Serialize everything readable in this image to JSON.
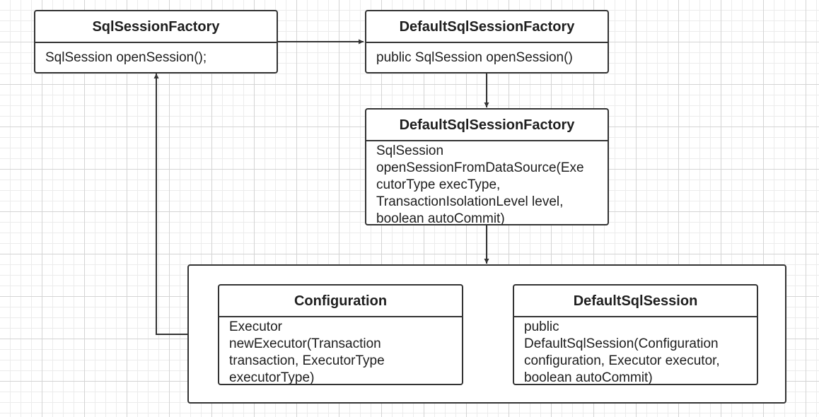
{
  "diagram": {
    "classes": {
      "sql_session_factory": {
        "name": "SqlSessionFactory",
        "members": [
          "SqlSession openSession();"
        ]
      },
      "default_factory_open": {
        "name": "DefaultSqlSessionFactory",
        "members": [
          "public SqlSession openSession()"
        ]
      },
      "default_factory_datasource": {
        "name": "DefaultSqlSessionFactory",
        "members": [
          "SqlSession",
          "openSessionFromDataSource(Exe",
          "cutorType execType,",
          "TransactionIsolationLevel level,",
          "boolean autoCommit)"
        ]
      },
      "configuration": {
        "name": "Configuration",
        "members": [
          "Executor",
          "newExecutor(Transaction",
          "transaction, ExecutorType",
          "executorType)"
        ]
      },
      "default_sql_session": {
        "name": "DefaultSqlSession",
        "members": [
          "public",
          "DefaultSqlSession(Configuration",
          "configuration, Executor executor,",
          "boolean autoCommit)"
        ]
      }
    },
    "colors": {
      "border": "#333333",
      "text": "#1e1e1e",
      "background": "#ffffff",
      "grid_major": "#d4d4d4",
      "grid_minor": "#ececec"
    }
  }
}
